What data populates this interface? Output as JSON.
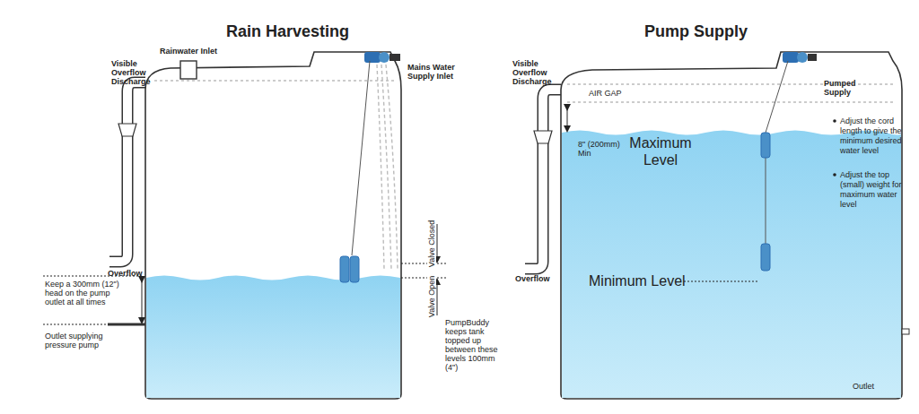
{
  "diagram": {
    "labels": [
      "Rain Harvesting",
      "Rainwater Inlet",
      "Visible Overflow Discharge",
      "Mains Water Supply Inlet",
      "Overflow",
      "Keep a 300mm (12\") head on the pump outlet at all times",
      "Outlet supplying pressure pump",
      "Valve Closed",
      "Valve Open",
      "PumpBuddy keeps tank topped up between these levels 100mm (4\")",
      "Pump Supply",
      "Visible Overflow Discharge",
      "AIR GAP",
      "Pumped Supply",
      "8\" (200mm) Min",
      "Maximum Level",
      "Adjust the cord length to give the minimum desired water level",
      "Adjust the top (small) weight for maximum water level",
      "Overflow",
      "Minimum Level",
      "Outlet"
    ]
  }
}
